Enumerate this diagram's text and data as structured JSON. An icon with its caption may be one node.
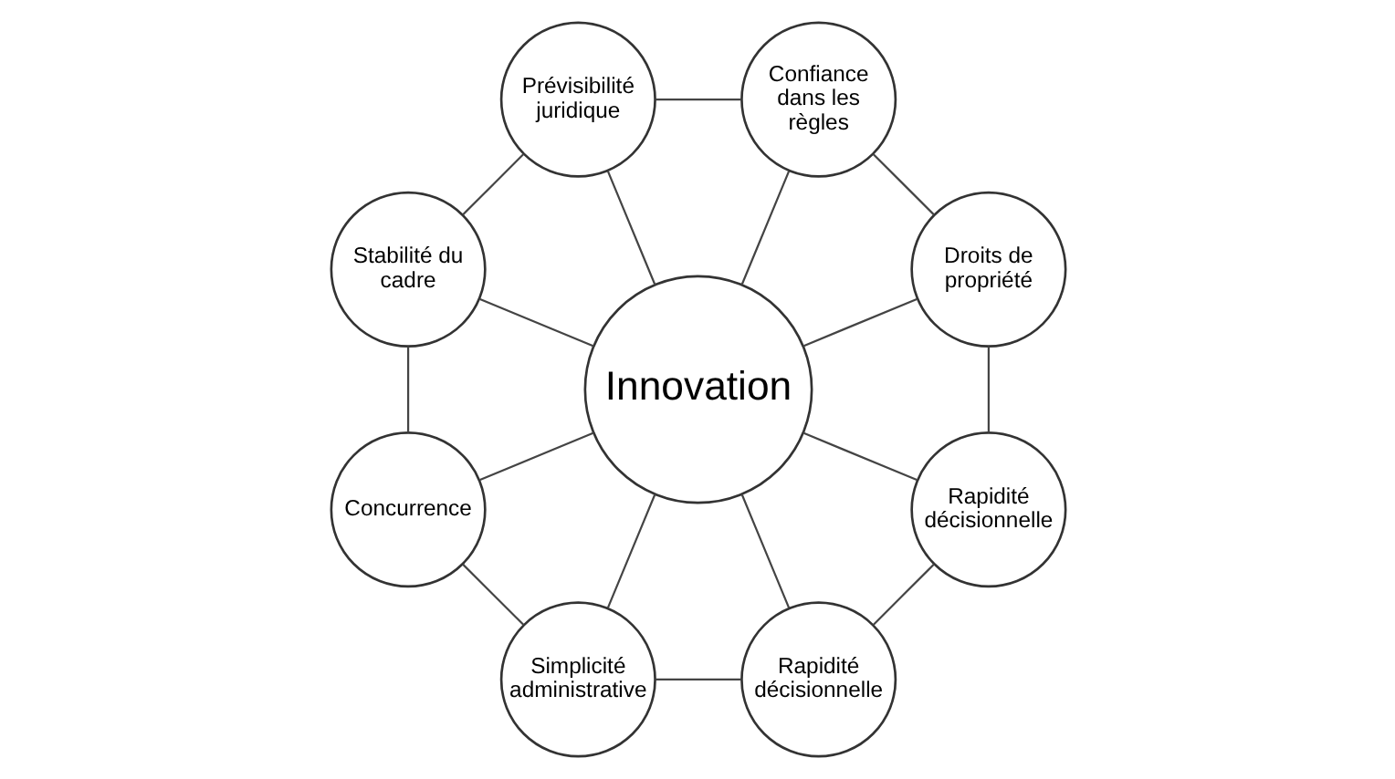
{
  "diagram": {
    "nodes": [
      {
        "text": [
          "Innovation"
        ]
      },
      {
        "text": [
          "Droits de propriété"
        ]
      },
      {
        "text": [
          "Confiance dans les règles"
        ]
      },
      {
        "text": [
          "Prévisibilité juridique"
        ]
      },
      {
        "text": [
          "Stabilité du cadre"
        ]
      },
      {
        "text": [
          "Concurrence"
        ]
      },
      {
        "text": [
          "Simplicité administrative"
        ]
      },
      {
        "text": [
          "Rapidité décisionnelle"
        ]
      },
      {
        "text": [
          "Rapidité décisionnelle"
        ]
      }
    ],
    "edges": [
      {
        "from": 0,
        "to": 1,
        "arrow": "none"
      },
      {
        "from": 0,
        "to": 2,
        "arrow": "none"
      },
      {
        "from": 0,
        "to": 3,
        "arrow": "none"
      },
      {
        "from": 0,
        "to": 4,
        "arrow": "none"
      },
      {
        "from": 0,
        "to": 5,
        "arrow": "none"
      },
      {
        "from": 0,
        "to": 6,
        "arrow": "none"
      },
      {
        "from": 0,
        "to": 7,
        "arrow": "none"
      },
      {
        "from": 0,
        "to": 8,
        "arrow": "none"
      },
      {
        "from": 1,
        "to": 2,
        "arrow": "none"
      },
      {
        "from": 2,
        "to": 3,
        "arrow": "none"
      },
      {
        "from": 3,
        "to": 4,
        "arrow": "none"
      },
      {
        "from": 4,
        "to": 5,
        "arrow": "none"
      },
      {
        "from": 5,
        "to": 6,
        "arrow": "none"
      },
      {
        "from": 6,
        "to": 7,
        "arrow": "none"
      },
      {
        "from": 7,
        "to": 8,
        "arrow": "none"
      },
      {
        "from": 8,
        "to": 1,
        "arrow": "none"
      }
    ]
  }
}
